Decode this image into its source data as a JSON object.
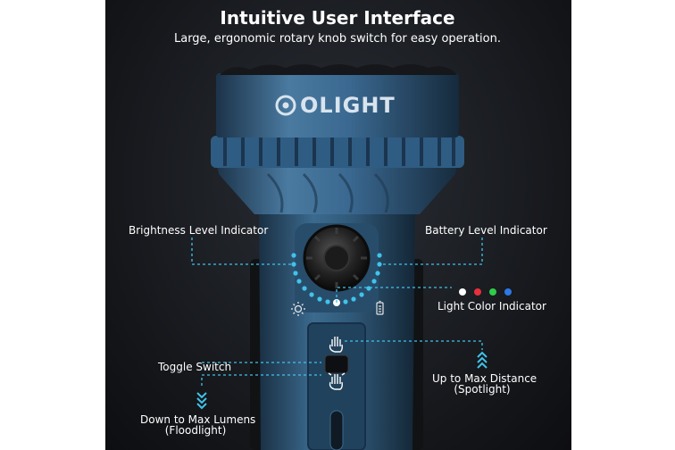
{
  "header": {
    "title": "Intuitive User Interface",
    "subtitle": "Large, ergonomic rotary knob switch for easy operation."
  },
  "brand": {
    "logo_text": "OLIGHT"
  },
  "callouts": {
    "brightness": "Brightness Level Indicator",
    "battery": "Battery Level Indicator",
    "light_color": "Light Color Indicator",
    "toggle": "Toggle Switch",
    "max_distance_line1": "Up to Max Distance",
    "max_distance_line2": "(Spotlight)",
    "max_lumens_line1": "Down to Max Lumens",
    "max_lumens_line2": "(Floodlight)"
  },
  "colors": {
    "body_blue": "#2f5877",
    "accent_cyan": "#3fc4ea",
    "indicator_white": "#ffffff",
    "indicator_red": "#e8303a",
    "indicator_green": "#2fcb4a",
    "indicator_blue": "#2d79e6"
  },
  "icons": [
    "brightness-sun-icon",
    "battery-icon",
    "spotlight-hand-icon",
    "floodlight-hand-icon",
    "chevron-up-icon",
    "chevron-down-icon"
  ]
}
